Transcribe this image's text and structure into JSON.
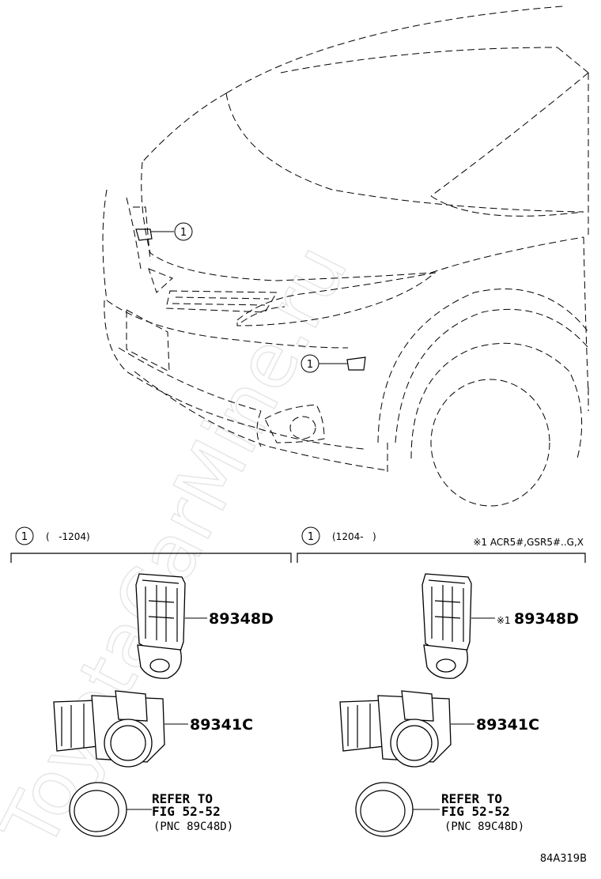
{
  "watermark": "ToyotaCarMine.ru",
  "callout_marker": "1",
  "sections": [
    {
      "marker": "1",
      "range": "(   -1204)",
      "note": "",
      "parts": [
        {
          "label": "89348D",
          "prefix": ""
        },
        {
          "label": "89341C",
          "prefix": ""
        }
      ],
      "reference": {
        "line1": "REFER TO",
        "line2": "FIG 52-52",
        "line3": "(PNC 89C48D)"
      }
    },
    {
      "marker": "1",
      "range": "(1204-   )",
      "note": "※1 ACR5#,GSR5#..G,X",
      "parts": [
        {
          "label": "89348D",
          "prefix": "※1"
        },
        {
          "label": "89341C",
          "prefix": ""
        }
      ],
      "reference": {
        "line1": "REFER TO",
        "line2": "FIG 52-52",
        "line3": "(PNC 89C48D)"
      }
    }
  ],
  "figure_code": "84A319B"
}
